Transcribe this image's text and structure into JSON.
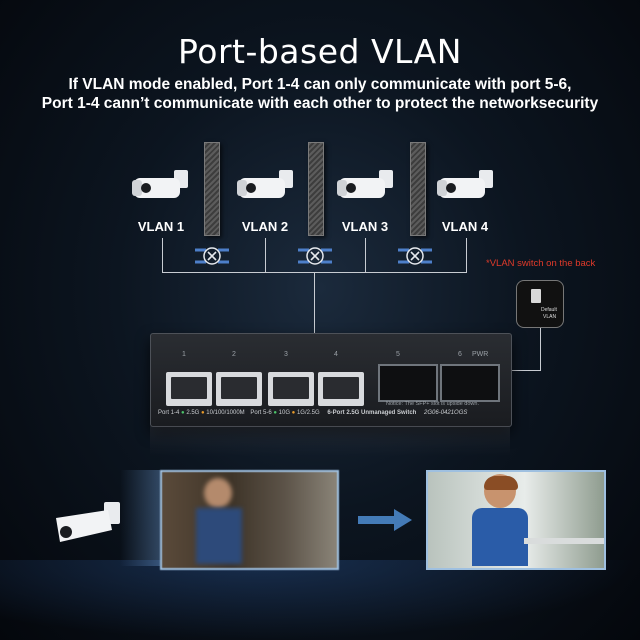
{
  "header": {
    "title": "Port-based VLAN",
    "subtitle_line1": "If VLAN mode enabled, Port 1-4 can only communicate with port 5-6,",
    "subtitle_line2": "Port 1-4 cann’t communicate with each other to protect the networksecurity"
  },
  "vlans": [
    {
      "label": "VLAN 1",
      "icon": "security-camera-icon"
    },
    {
      "label": "VLAN 2",
      "icon": "security-camera-icon"
    },
    {
      "label": "VLAN 3",
      "icon": "security-camera-icon"
    },
    {
      "label": "VLAN 4",
      "icon": "security-camera-icon"
    }
  ],
  "isolation_icon": "blocked-x-icon",
  "back_switch": {
    "note": "*VLAN switch on the back",
    "inset_label_1": "Default",
    "inset_label_2": "VLAN"
  },
  "switch": {
    "ports": [
      "1",
      "2",
      "3",
      "4",
      "5",
      "6"
    ],
    "pwr_label": "PWR",
    "sfp_notice": "Notice: The SFP+ slot is upside down.",
    "legend_1": "Port 1-4",
    "legend_2": "2.5G",
    "legend_3": "10/100/1000M",
    "legend_4": "Port 5-6",
    "legend_5": "10G",
    "legend_6": "1G/2.5G",
    "model_desc": "6-Port 2.5G Unmanaged Switch",
    "model": "2G06-0421OGS"
  },
  "colors": {
    "accent_orange": "#e89a2a",
    "accent_green": "#4cc36a",
    "note_red": "#e03a2a",
    "photo_border": "#9fc0e0"
  }
}
